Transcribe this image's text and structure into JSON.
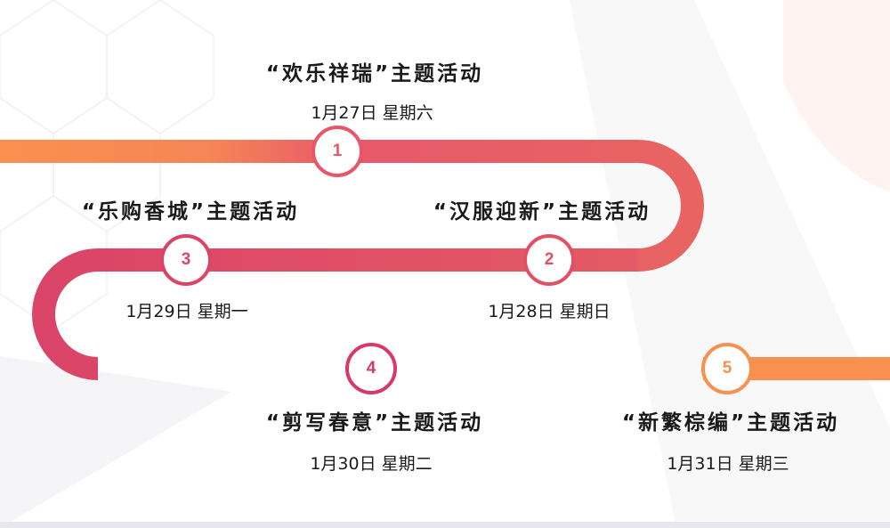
{
  "timeline": {
    "colors": {
      "orange": "#f9904f",
      "coral": "#e8586a",
      "pink": "#d63d6c",
      "node_fill": "#ffffff",
      "text": "#1a1a1a"
    },
    "events": [
      {
        "number": "1",
        "title": "“欢乐祥瑞”主题活动",
        "date": "1月27日  星期六",
        "node_color": "#e8566a"
      },
      {
        "number": "2",
        "title": "“汉服迎新”主题活动",
        "date": "1月28日  星期日",
        "node_color": "#e25066"
      },
      {
        "number": "3",
        "title": "“乐购香城”主题活动",
        "date": "1月29日  星期一",
        "node_color": "#dc4466"
      },
      {
        "number": "4",
        "title": "“剪写春意”主题活动",
        "date": "1月30日  星期二",
        "node_color": "#d63a68"
      },
      {
        "number": "5",
        "title": "“新繁棕编”主题活动",
        "date": "1月31日  星期三",
        "node_color": "#f9904f"
      }
    ]
  }
}
